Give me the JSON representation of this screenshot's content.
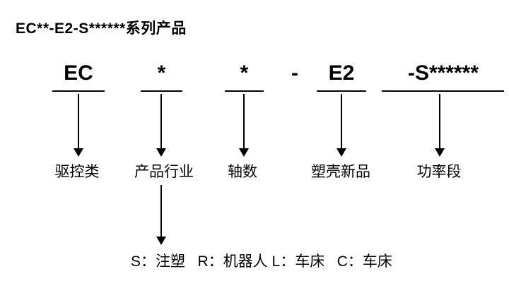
{
  "title": "EC**-E2-S******系列产品",
  "code": {
    "segments": [
      {
        "text": "EC",
        "label": "驱控类"
      },
      {
        "text": "*",
        "label": "产品行业"
      },
      {
        "text": "*",
        "label": "轴数"
      },
      {
        "text": "-",
        "label": ""
      },
      {
        "text": "E2",
        "label": "塑壳新品"
      },
      {
        "text": "-S******",
        "label": "功率段"
      }
    ]
  },
  "legend": {
    "industry_options": "S：注塑   R：机器人 L：车床   C：车床"
  }
}
